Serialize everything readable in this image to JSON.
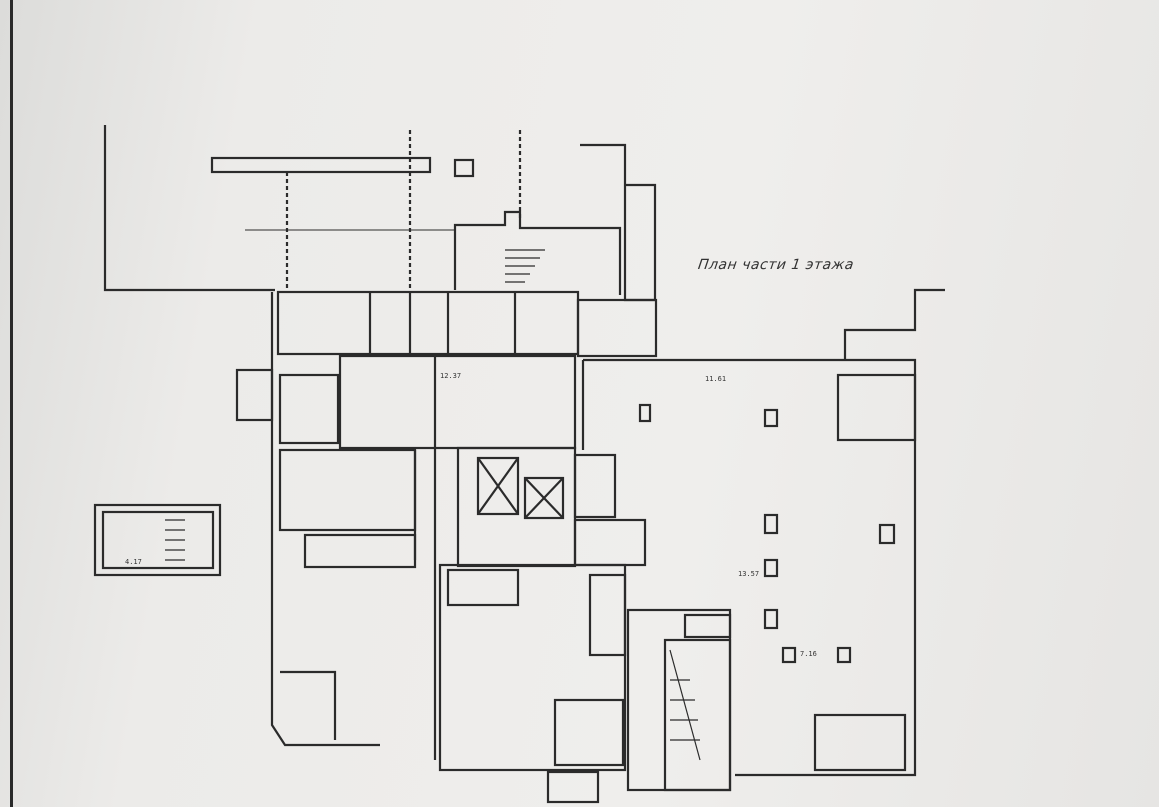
{
  "plan": {
    "title": "План части 1 этажа",
    "labels": {
      "hall_area": "11.61",
      "hall_center": "13.57",
      "hall_width": "7.16",
      "stair_label": "4.17",
      "lobby": "12.37"
    }
  }
}
